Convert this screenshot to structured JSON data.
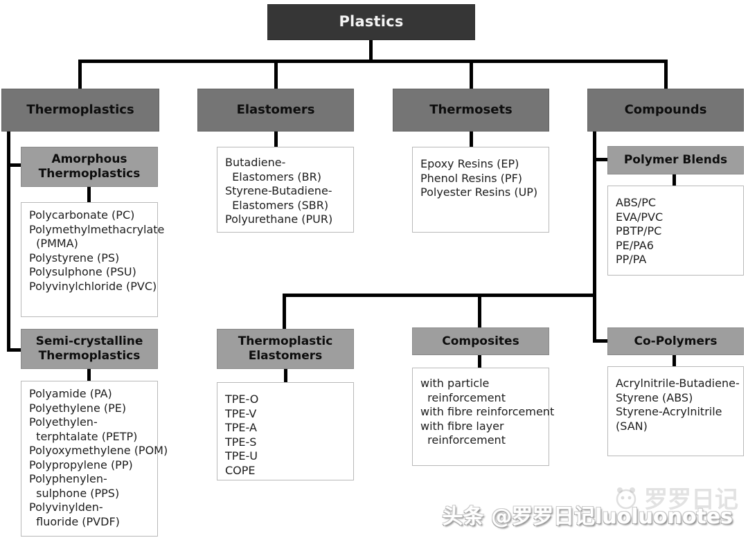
{
  "nodes": {
    "plastics": {
      "label": "Plastics"
    },
    "thermoplastics": {
      "label": "Thermoplastics"
    },
    "elastomers": {
      "label": "Elastomers",
      "items": [
        "Butadiene-",
        "  Elastomers (BR)",
        "Styrene-Butadiene-",
        "  Elastomers (SBR)",
        "Polyurethane (PUR)"
      ]
    },
    "thermosets": {
      "label": "Thermosets",
      "items": [
        "Epoxy Resins (EP)",
        "Phenol Resins (PF)",
        "Polyester Resins (UP)"
      ]
    },
    "compounds": {
      "label": "Compounds"
    },
    "amorphous": {
      "label": "Amorphous Thermoplastics",
      "items": [
        "Polycarbonate (PC)",
        "Polymethylmethacrylate",
        "  (PMMA)",
        "Polystyrene (PS)",
        "Polysulphone (PSU)",
        "Polyvinylchloride (PVC)"
      ]
    },
    "semi_crystalline": {
      "label": "Semi-crystalline Thermoplastics",
      "items": [
        "Polyamide (PA)",
        "Polyethylene (PE)",
        "Polyethylen-",
        "  terphtalate (PETP)",
        "Polyoxymethylene (POM)",
        "Polypropylene (PP)",
        "Polyphenylen-",
        "  sulphone (PPS)",
        "Polyvinylden-",
        "  fluoride (PVDF)"
      ]
    },
    "polymer_blends": {
      "label": "Polymer Blends",
      "items": [
        "ABS/PC",
        "EVA/PVC",
        "PBTP/PC",
        "PE/PA6",
        "PP/PA"
      ]
    },
    "thermoplastic_elastomers": {
      "label": "Thermoplastic Elastomers",
      "items": [
        "TPE-O",
        "TPE-V",
        "TPE-A",
        "TPE-S",
        "TPE-U",
        "COPE"
      ]
    },
    "composites": {
      "label": "Composites",
      "items": [
        "with particle",
        "  reinforcement",
        "with fibre reinforcement",
        "with fibre layer",
        "  reinforcement"
      ]
    },
    "co_polymers": {
      "label": "Co-Polymers",
      "items": [
        "Acrylnitrile-Butadiene-",
        "Styrene (ABS)",
        "Styrene-Acrylnitrile",
        "(SAN)"
      ]
    }
  },
  "watermark": {
    "text": "头条 @罗罗日记luoluonotes",
    "ghost": "罗罗日记"
  },
  "colors": {
    "root_bg": "#363636",
    "branch_bg": "#757575",
    "subgroup_bg": "#9e9e9e",
    "connector": "#000000",
    "list_border": "#b8b8b8",
    "root_text": "#ffffff",
    "node_text": "#0d0d0d"
  }
}
